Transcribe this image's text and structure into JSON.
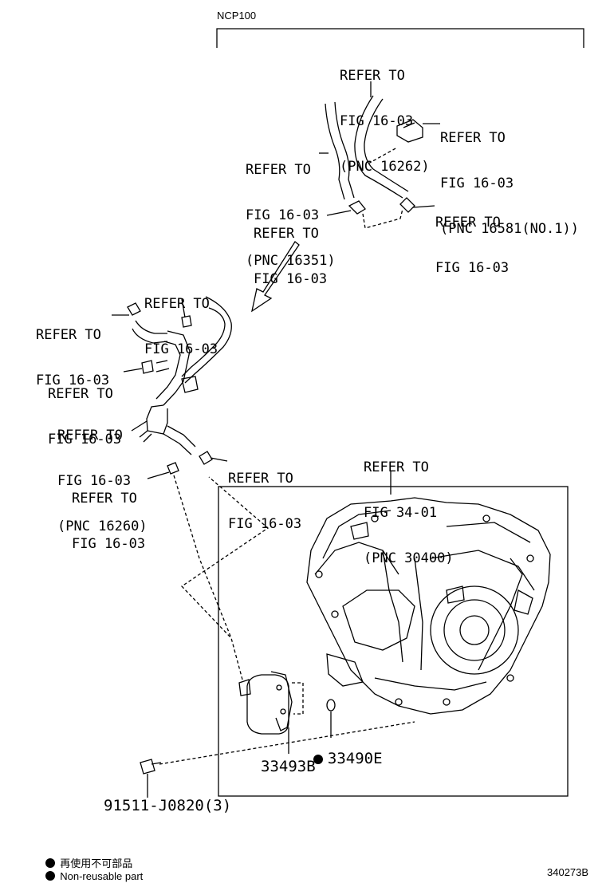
{
  "model_label": "NCP100",
  "refer_labels": [
    [
      "REFER TO",
      "FIG 16-03",
      "(PNC 16262)"
    ],
    [
      "REFER TO",
      "FIG 16-03",
      "(PNC 16581(NO.1))"
    ],
    [
      "REFER TO",
      "FIG 16-03",
      "(PNC 16351)"
    ],
    [
      "REFER TO",
      "FIG 16-03"
    ],
    [
      "REFER TO",
      "FIG 16-03"
    ],
    [
      "REFER TO",
      "FIG 16-03"
    ],
    [
      "REFER TO",
      "FIG 16-03"
    ],
    [
      "REFER TO",
      "FIG 16-03"
    ],
    [
      "REFER TO",
      "FIG 16-03",
      "(PNC 16260)"
    ],
    [
      "REFER TO",
      "FIG 16-03"
    ],
    [
      "REFER TO",
      "FIG 16-03"
    ],
    [
      "REFER TO",
      "FIG 34-01",
      "(PNC 30400)"
    ]
  ],
  "parts": {
    "gasket": "33490E",
    "cooler": "33493B",
    "bolt": "91511-J0820(3)"
  },
  "legend": {
    "jp": "再使用不可部品",
    "en": "Non-reusable part"
  },
  "diagram_id": "340273B"
}
